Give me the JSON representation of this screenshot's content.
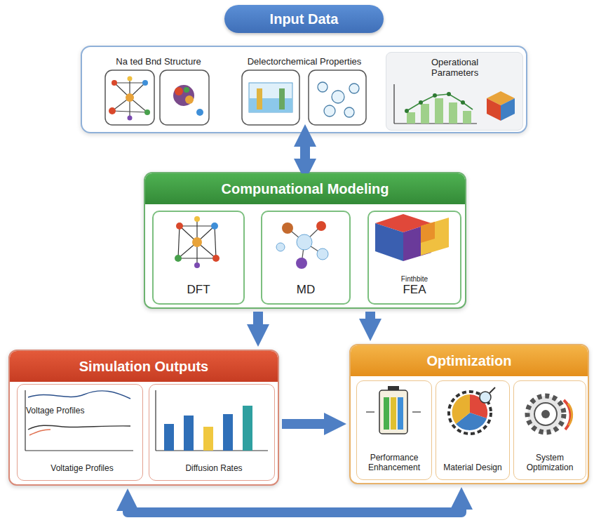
{
  "diagram": {
    "nodes": [
      {
        "text": [
          "Input Data"
        ]
      },
      {
        "text": [
          "Na ted Bnd Structure"
        ],
        "in": 0
      },
      {
        "text": [
          "Delectorchemical Properties"
        ],
        "in": 0
      },
      {
        "text": [
          "Operational Parameters"
        ],
        "in": 0
      },
      {
        "text": [
          "Compunational Modeling"
        ]
      },
      {
        "text": [
          "DFT"
        ],
        "in": 4
      },
      {
        "text": [
          "MD"
        ],
        "in": 4
      },
      {
        "text": [
          "Finthbite",
          "FEA"
        ],
        "in": 4
      },
      {
        "text": [
          "Simulation Outputs"
        ]
      },
      {
        "text": [
          "Voltage Profiles",
          "Voltatige Profiles"
        ],
        "in": 8
      },
      {
        "text": [
          "Diffusion Rates"
        ],
        "in": 8
      },
      {
        "text": [
          "Optimization"
        ]
      },
      {
        "text": [
          "Performance Enhancement"
        ],
        "in": 11
      },
      {
        "text": [
          "Material Design"
        ],
        "in": 11
      },
      {
        "text": [
          "System Optimization"
        ],
        "in": 11
      }
    ],
    "edges": [
      {
        "from": 0,
        "to": 4,
        "arrow": "both"
      },
      {
        "from": 4,
        "to": 8,
        "arrow": "to"
      },
      {
        "from": 4,
        "to": 11,
        "arrow": "to"
      },
      {
        "from": 8,
        "to": 11,
        "arrow": "to"
      },
      {
        "from": 8,
        "to": 11,
        "arrow": "both"
      }
    ]
  }
}
